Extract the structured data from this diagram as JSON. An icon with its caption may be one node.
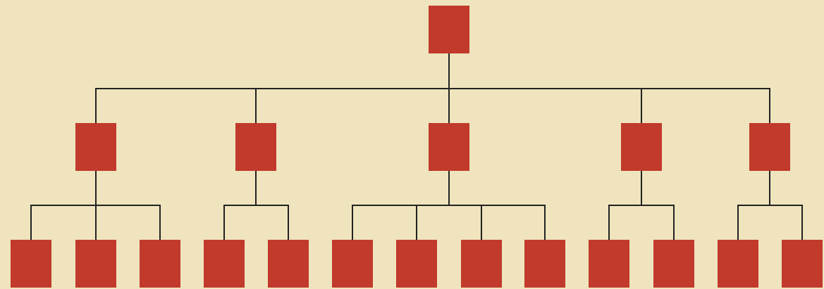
{
  "diagram": {
    "nodes": [
      {
        "text": [],
        "shape": "box"
      },
      {
        "text": [],
        "shape": "box"
      },
      {
        "text": [],
        "shape": "box"
      },
      {
        "text": [],
        "shape": "box"
      },
      {
        "text": [],
        "shape": "box"
      },
      {
        "text": [],
        "shape": "box"
      },
      {
        "text": [],
        "shape": "box"
      },
      {
        "text": [],
        "shape": "box"
      },
      {
        "text": [],
        "shape": "box"
      },
      {
        "text": [],
        "shape": "box"
      },
      {
        "text": [],
        "shape": "box"
      },
      {
        "text": [],
        "shape": "box"
      },
      {
        "text": [],
        "shape": "box"
      },
      {
        "text": [],
        "shape": "box"
      },
      {
        "text": [],
        "shape": "box"
      },
      {
        "text": [],
        "shape": "box"
      },
      {
        "text": [],
        "shape": "box"
      },
      {
        "text": [],
        "shape": "box"
      },
      {
        "text": [],
        "shape": "box"
      }
    ],
    "edges": [
      {
        "from": 0,
        "to": 1,
        "arrow": "none"
      },
      {
        "from": 0,
        "to": 2,
        "arrow": "none"
      },
      {
        "from": 0,
        "to": 3,
        "arrow": "none"
      },
      {
        "from": 0,
        "to": 4,
        "arrow": "none"
      },
      {
        "from": 0,
        "to": 5,
        "arrow": "none"
      },
      {
        "from": 1,
        "to": 6,
        "arrow": "none"
      },
      {
        "from": 1,
        "to": 7,
        "arrow": "none"
      },
      {
        "from": 1,
        "to": 8,
        "arrow": "none"
      },
      {
        "from": 2,
        "to": 9,
        "arrow": "none"
      },
      {
        "from": 2,
        "to": 10,
        "arrow": "none"
      },
      {
        "from": 3,
        "to": 11,
        "arrow": "none"
      },
      {
        "from": 3,
        "to": 12,
        "arrow": "none"
      },
      {
        "from": 3,
        "to": 13,
        "arrow": "none"
      },
      {
        "from": 3,
        "to": 14,
        "arrow": "none"
      },
      {
        "from": 4,
        "to": 15,
        "arrow": "none"
      },
      {
        "from": 4,
        "to": 16,
        "arrow": "none"
      },
      {
        "from": 5,
        "to": 17,
        "arrow": "none"
      },
      {
        "from": 5,
        "to": 18,
        "arrow": "none"
      }
    ]
  }
}
